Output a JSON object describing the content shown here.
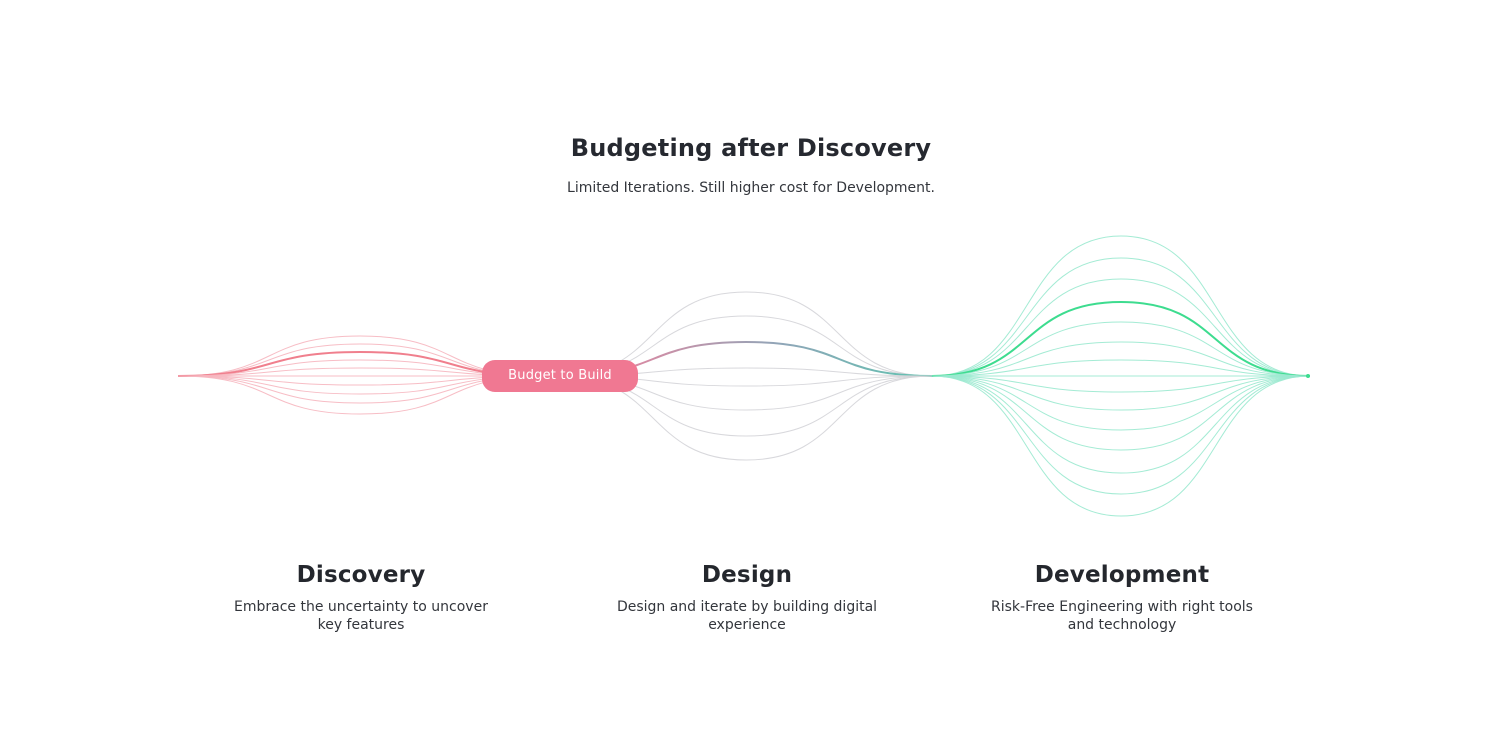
{
  "header": {
    "title": "Budgeting after Discovery",
    "subtitle": "Limited Iterations. Still higher cost for Development."
  },
  "pill": {
    "label": "Budget to Build",
    "color": "#f07892"
  },
  "stages": [
    {
      "title": "Discovery",
      "description": "Embrace the uncertainty to uncover key features",
      "color": "#f07f8d"
    },
    {
      "title": "Design",
      "description": "Design and iterate by building digital experience",
      "color": "#8aa6b4"
    },
    {
      "title": "Development",
      "description": "Risk-Free Engineering with right tools and technology",
      "color": "#3ddc8f"
    }
  ],
  "colors": {
    "discovery_thin": "#f6b6bf",
    "design_thin": "#d4d4d8",
    "development_thin": "#9ae9cf"
  }
}
